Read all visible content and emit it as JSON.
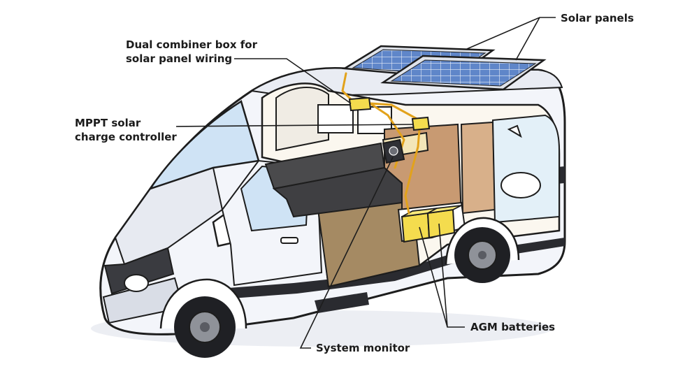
{
  "labels": {
    "solar_panels": "Solar panels",
    "combiner_line1": "Dual combiner box for",
    "combiner_line2": "solar panel wiring",
    "mppt_line1": "MPPT solar",
    "mppt_line2": "charge controller",
    "agm_batteries": "AGM batteries",
    "system_monitor": "System monitor"
  },
  "colors": {
    "van_body": "#f3f5fa",
    "outline": "#1d1d1d",
    "stripe": "#2a2b30",
    "solar_cell": "#5f86c9",
    "battery": "#f4dc4e",
    "wiring": "#e2a21b",
    "cabinet": "#c89a72",
    "floor": "#a58a63",
    "seat": "#4a4a4c",
    "window": "#cfe3f5"
  }
}
